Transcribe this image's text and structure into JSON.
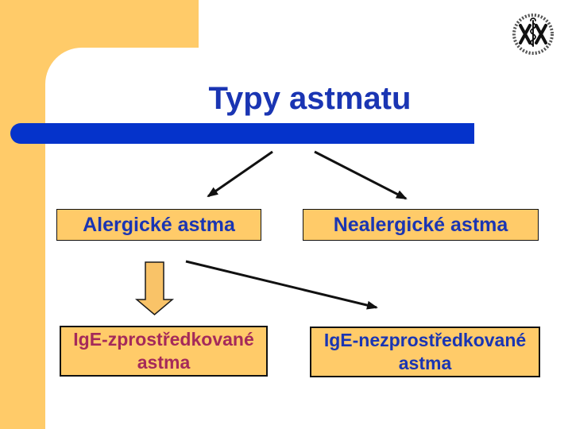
{
  "title": "Typy astmatu",
  "icons": {
    "logo": "university-medical-seal"
  },
  "diagram": {
    "level1": [
      {
        "label": "Alergické astma"
      },
      {
        "label": "Nealergické astma"
      }
    ],
    "level2": [
      {
        "label": "IgE-zprostředkované astma"
      },
      {
        "label": "IgE-nezprostředkované astma"
      }
    ]
  },
  "colors": {
    "accent_yellow": "#FFCB69",
    "bar_blue": "#0533CB",
    "title_blue": "#1A35B3",
    "maroon_text": "#A52A5A",
    "box_border": "#111111",
    "arrow_black": "#111111"
  }
}
